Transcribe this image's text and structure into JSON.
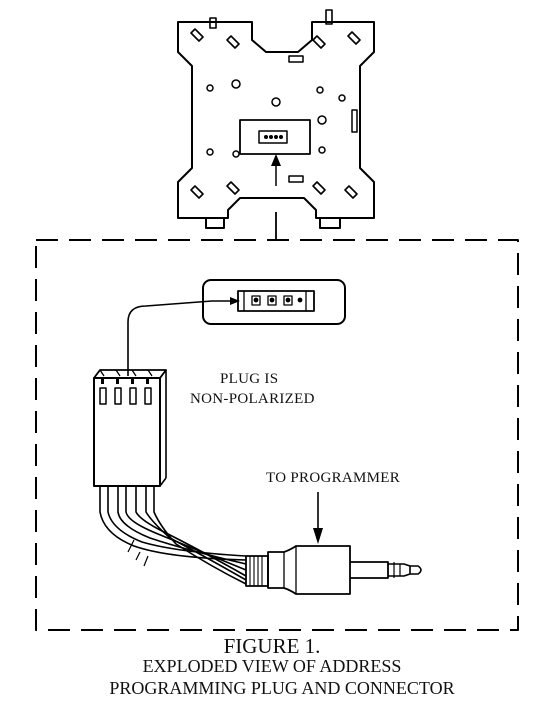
{
  "labels": {
    "plug_line1": "PLUG IS",
    "plug_line2": "NON-POLARIZED",
    "to_programmer": "TO PROGRAMMER"
  },
  "caption": {
    "figure": "FIGURE 1.",
    "line1": "EXPLODED VIEW OF ADDRESS",
    "line2": "PROGRAMMING PLUG AND CONNECTOR"
  }
}
